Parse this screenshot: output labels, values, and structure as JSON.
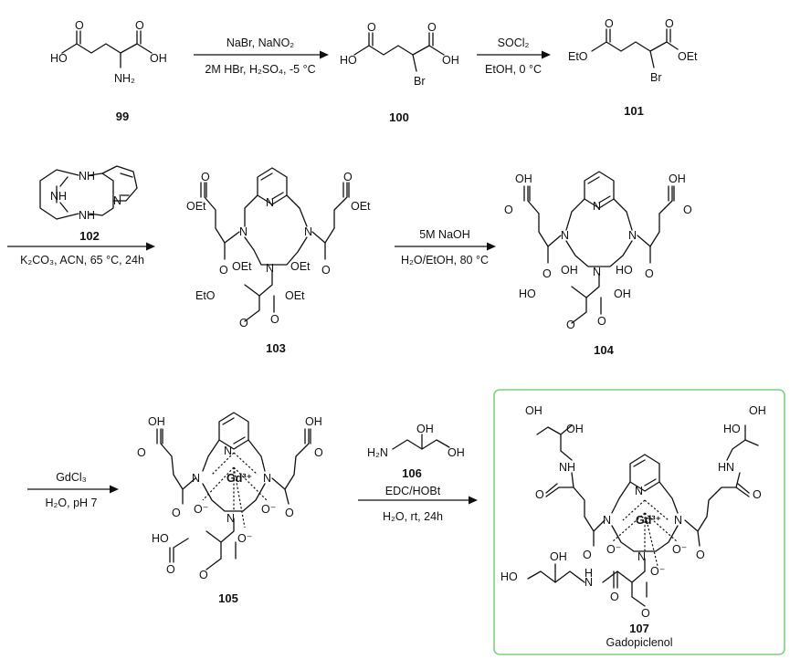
{
  "scheme_title": "",
  "highlight_color": "#7fd17f",
  "compounds": {
    "c99": {
      "label": "99"
    },
    "c100": {
      "label": "100"
    },
    "c101": {
      "label": "101"
    },
    "c102": {
      "label": "102"
    },
    "c103": {
      "label": "103"
    },
    "c104": {
      "label": "104"
    },
    "c105": {
      "label": "105"
    },
    "c106": {
      "label": "106"
    },
    "c107": {
      "label": "107",
      "name": "Gadopiclenol"
    }
  },
  "reactions": {
    "r1": {
      "above": "NaBr, NaNO₂",
      "below": "2M HBr, H₂SO₄, -5 °C"
    },
    "r2": {
      "above": "SOCl₂",
      "below": "EtOH, 0 °C"
    },
    "r3": {
      "below": "K₂CO₃, ACN, 65 °C, 24h"
    },
    "r4": {
      "above": "5M NaOH",
      "below": "H₂O/EtOH, 80 °C"
    },
    "r5": {
      "above": "GdCl₃",
      "below": "H₂O, pH 7"
    },
    "r6": {
      "line1": "EDC/HOBt",
      "line2": "H₂O, rt, 24h"
    }
  },
  "atoms": {
    "OH": "OH",
    "HO": "HO",
    "O": "O",
    "NH2": "NH₂",
    "H2N": "H₂N",
    "Br": "Br",
    "EtO": "EtO",
    "OEt": "OEt",
    "N": "N",
    "NH": "NH",
    "HN": "HN",
    "H": "H",
    "Gd": "Gd³⁺",
    "Ominus": "O⁻"
  }
}
